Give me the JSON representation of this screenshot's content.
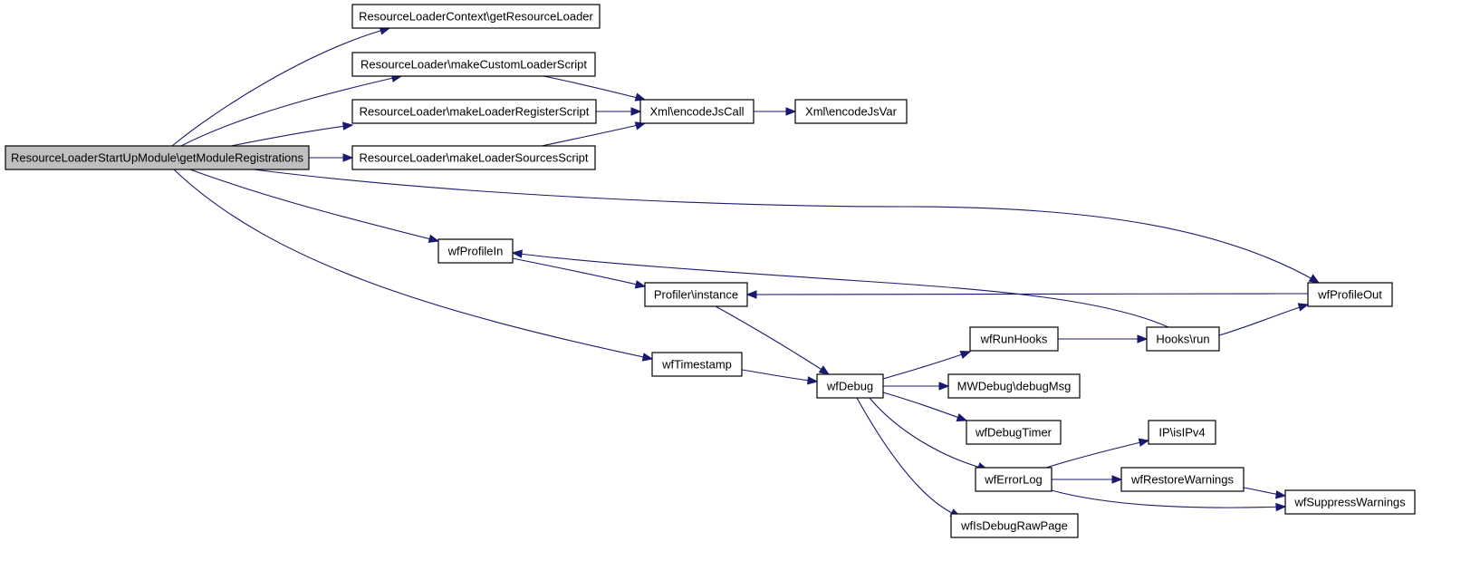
{
  "diagram": {
    "colors": {
      "edge": "#191970",
      "root_fill": "#bfbfbf",
      "node_fill": "#ffffff",
      "node_stroke": "#000000"
    },
    "nodes": [
      {
        "id": "root",
        "label": "ResourceLoaderStartUpModule\\getModuleRegistrations",
        "root": true
      },
      {
        "id": "getResourceLoader",
        "label": "ResourceLoaderContext\\getResourceLoader"
      },
      {
        "id": "makeCustomLoaderScript",
        "label": "ResourceLoader\\makeCustomLoaderScript"
      },
      {
        "id": "makeLoaderRegisterScript",
        "label": "ResourceLoader\\makeLoaderRegisterScript"
      },
      {
        "id": "makeLoaderSourcesScript",
        "label": "ResourceLoader\\makeLoaderSourcesScript"
      },
      {
        "id": "encodeJsCall",
        "label": "Xml\\encodeJsCall"
      },
      {
        "id": "encodeJsVar",
        "label": "Xml\\encodeJsVar"
      },
      {
        "id": "wfProfileIn",
        "label": "wfProfileIn"
      },
      {
        "id": "profilerInstance",
        "label": "Profiler\\instance"
      },
      {
        "id": "wfProfileOut",
        "label": "wfProfileOut"
      },
      {
        "id": "wfTimestamp",
        "label": "wfTimestamp"
      },
      {
        "id": "wfDebug",
        "label": "wfDebug"
      },
      {
        "id": "wfRunHooks",
        "label": "wfRunHooks"
      },
      {
        "id": "hooksRun",
        "label": "Hooks\\run"
      },
      {
        "id": "debugMsg",
        "label": "MWDebug\\debugMsg"
      },
      {
        "id": "wfDebugTimer",
        "label": "wfDebugTimer"
      },
      {
        "id": "wfErrorLog",
        "label": "wfErrorLog"
      },
      {
        "id": "isIPv4",
        "label": "IP\\isIPv4"
      },
      {
        "id": "wfRestoreWarnings",
        "label": "wfRestoreWarnings"
      },
      {
        "id": "wfSuppressWarnings",
        "label": "wfSuppressWarnings"
      },
      {
        "id": "wfIsDebugRawPage",
        "label": "wfIsDebugRawPage"
      }
    ],
    "edges": [
      [
        "root",
        "getResourceLoader"
      ],
      [
        "root",
        "makeCustomLoaderScript"
      ],
      [
        "root",
        "makeLoaderRegisterScript"
      ],
      [
        "root",
        "makeLoaderSourcesScript"
      ],
      [
        "root",
        "wfProfileOut"
      ],
      [
        "root",
        "wfProfileIn"
      ],
      [
        "root",
        "wfTimestamp"
      ],
      [
        "makeCustomLoaderScript",
        "encodeJsCall"
      ],
      [
        "makeLoaderRegisterScript",
        "encodeJsCall"
      ],
      [
        "makeLoaderSourcesScript",
        "encodeJsCall"
      ],
      [
        "encodeJsCall",
        "encodeJsVar"
      ],
      [
        "wfProfileIn",
        "profilerInstance"
      ],
      [
        "wfProfileOut",
        "profilerInstance"
      ],
      [
        "profilerInstance",
        "wfDebug"
      ],
      [
        "wfTimestamp",
        "wfDebug"
      ],
      [
        "wfDebug",
        "wfRunHooks"
      ],
      [
        "wfDebug",
        "debugMsg"
      ],
      [
        "wfDebug",
        "wfDebugTimer"
      ],
      [
        "wfDebug",
        "wfErrorLog"
      ],
      [
        "wfDebug",
        "wfIsDebugRawPage"
      ],
      [
        "wfRunHooks",
        "hooksRun"
      ],
      [
        "hooksRun",
        "wfProfileIn"
      ],
      [
        "hooksRun",
        "wfProfileOut"
      ],
      [
        "wfErrorLog",
        "isIPv4"
      ],
      [
        "wfErrorLog",
        "wfRestoreWarnings"
      ],
      [
        "wfErrorLog",
        "wfSuppressWarnings"
      ],
      [
        "wfRestoreWarnings",
        "wfSuppressWarnings"
      ]
    ]
  }
}
